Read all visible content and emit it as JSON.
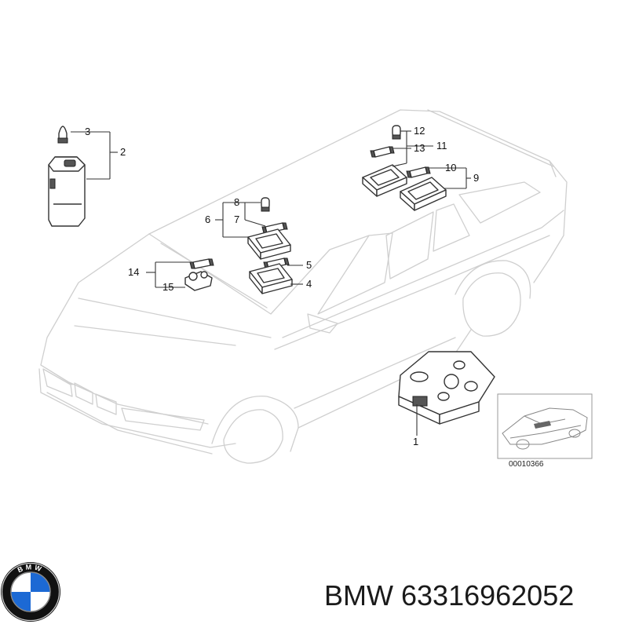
{
  "callouts": {
    "c1": "1",
    "c2": "2",
    "c3": "3",
    "c4": "4",
    "c5": "5",
    "c6": "6",
    "c7": "7",
    "c8": "8",
    "c9": "9",
    "c10": "10",
    "c11": "11",
    "c12": "12",
    "c13": "13",
    "c14": "14",
    "c15": "15"
  },
  "thumbnail": {
    "ref_code": "00010366"
  },
  "branding": {
    "brand": "BMW",
    "part_number": "63316962052",
    "logo_letters": "BMW"
  },
  "colors": {
    "bmw_blue": "#1c69d4",
    "line": "#333333",
    "car_outline": "#cfcfcf"
  }
}
